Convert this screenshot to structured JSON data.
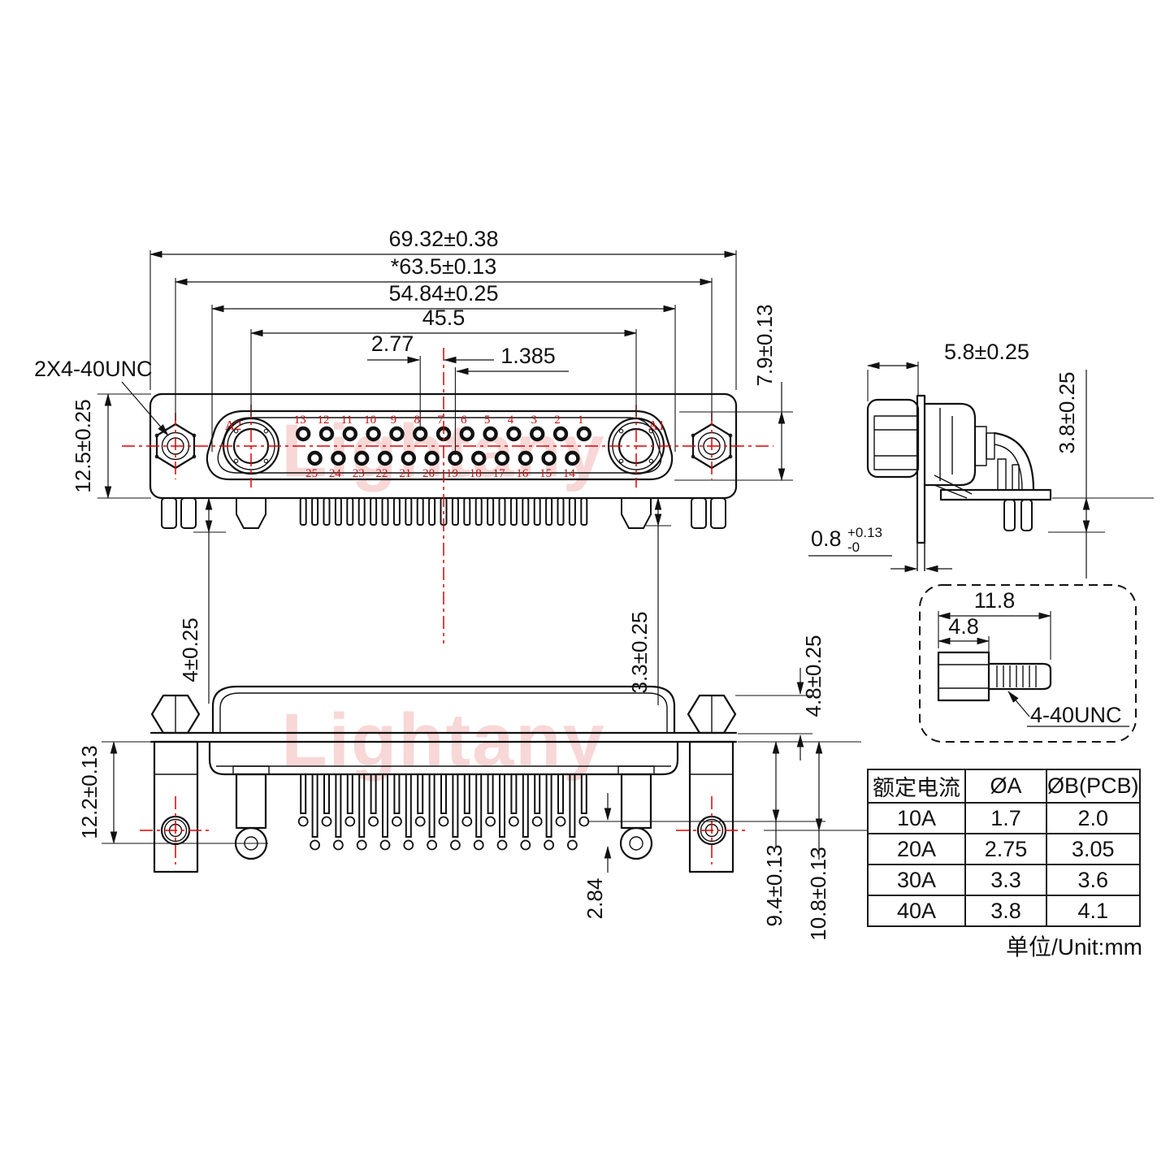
{
  "watermark": "Lightany",
  "front_view": {
    "thread_label": "2X4-40UNC",
    "dim_width_outer": "69.32±0.38",
    "dim_width_mount": "*63.5±0.13",
    "dim_width_face": "54.84±0.25",
    "dim_width_coax": "45.5",
    "dim_pitch": "2.77",
    "dim_half_pitch": "1.385",
    "dim_height_flange": "12.5±0.25",
    "dim_height_face": "7.9±0.13",
    "dim_leg": "4±0.25",
    "dim_post": "3.3±0.25",
    "coax_left": "A2",
    "coax_right": "A1",
    "pins_top": [
      "13",
      "12",
      "11",
      "10",
      "9",
      "8",
      "7",
      "6",
      "5",
      "4",
      "3",
      "2",
      "1"
    ],
    "pins_bottom": [
      "25",
      "24",
      "23",
      "22",
      "21",
      "20",
      "19",
      "18",
      "17",
      "16",
      "15",
      "14"
    ]
  },
  "side_view": {
    "dim_depth": "5.8±0.25",
    "dim_leg": "3.8±0.25",
    "dim_plate_value": "0.8",
    "dim_plate_plus": "+0.13",
    "dim_plate_minus": "-0"
  },
  "bottom_view": {
    "dim_bracket": "12.2±0.13",
    "dim_hex": "4.8±0.25",
    "dim_row_offset": "2.84",
    "dim_row1": "9.4±0.13",
    "dim_row2": "10.8±0.13"
  },
  "screw_detail": {
    "dim_total": "11.8",
    "dim_hex": "4.8",
    "thread_label": "4-40UNC"
  },
  "table": {
    "headers": [
      "额定电流",
      "ØA",
      "ØB(PCB)"
    ],
    "rows": [
      [
        "10A",
        "1.7",
        "2.0"
      ],
      [
        "20A",
        "2.75",
        "3.05"
      ],
      [
        "30A",
        "3.3",
        "3.6"
      ],
      [
        "40A",
        "3.8",
        "4.1"
      ]
    ],
    "unit": "单位/Unit:mm"
  }
}
